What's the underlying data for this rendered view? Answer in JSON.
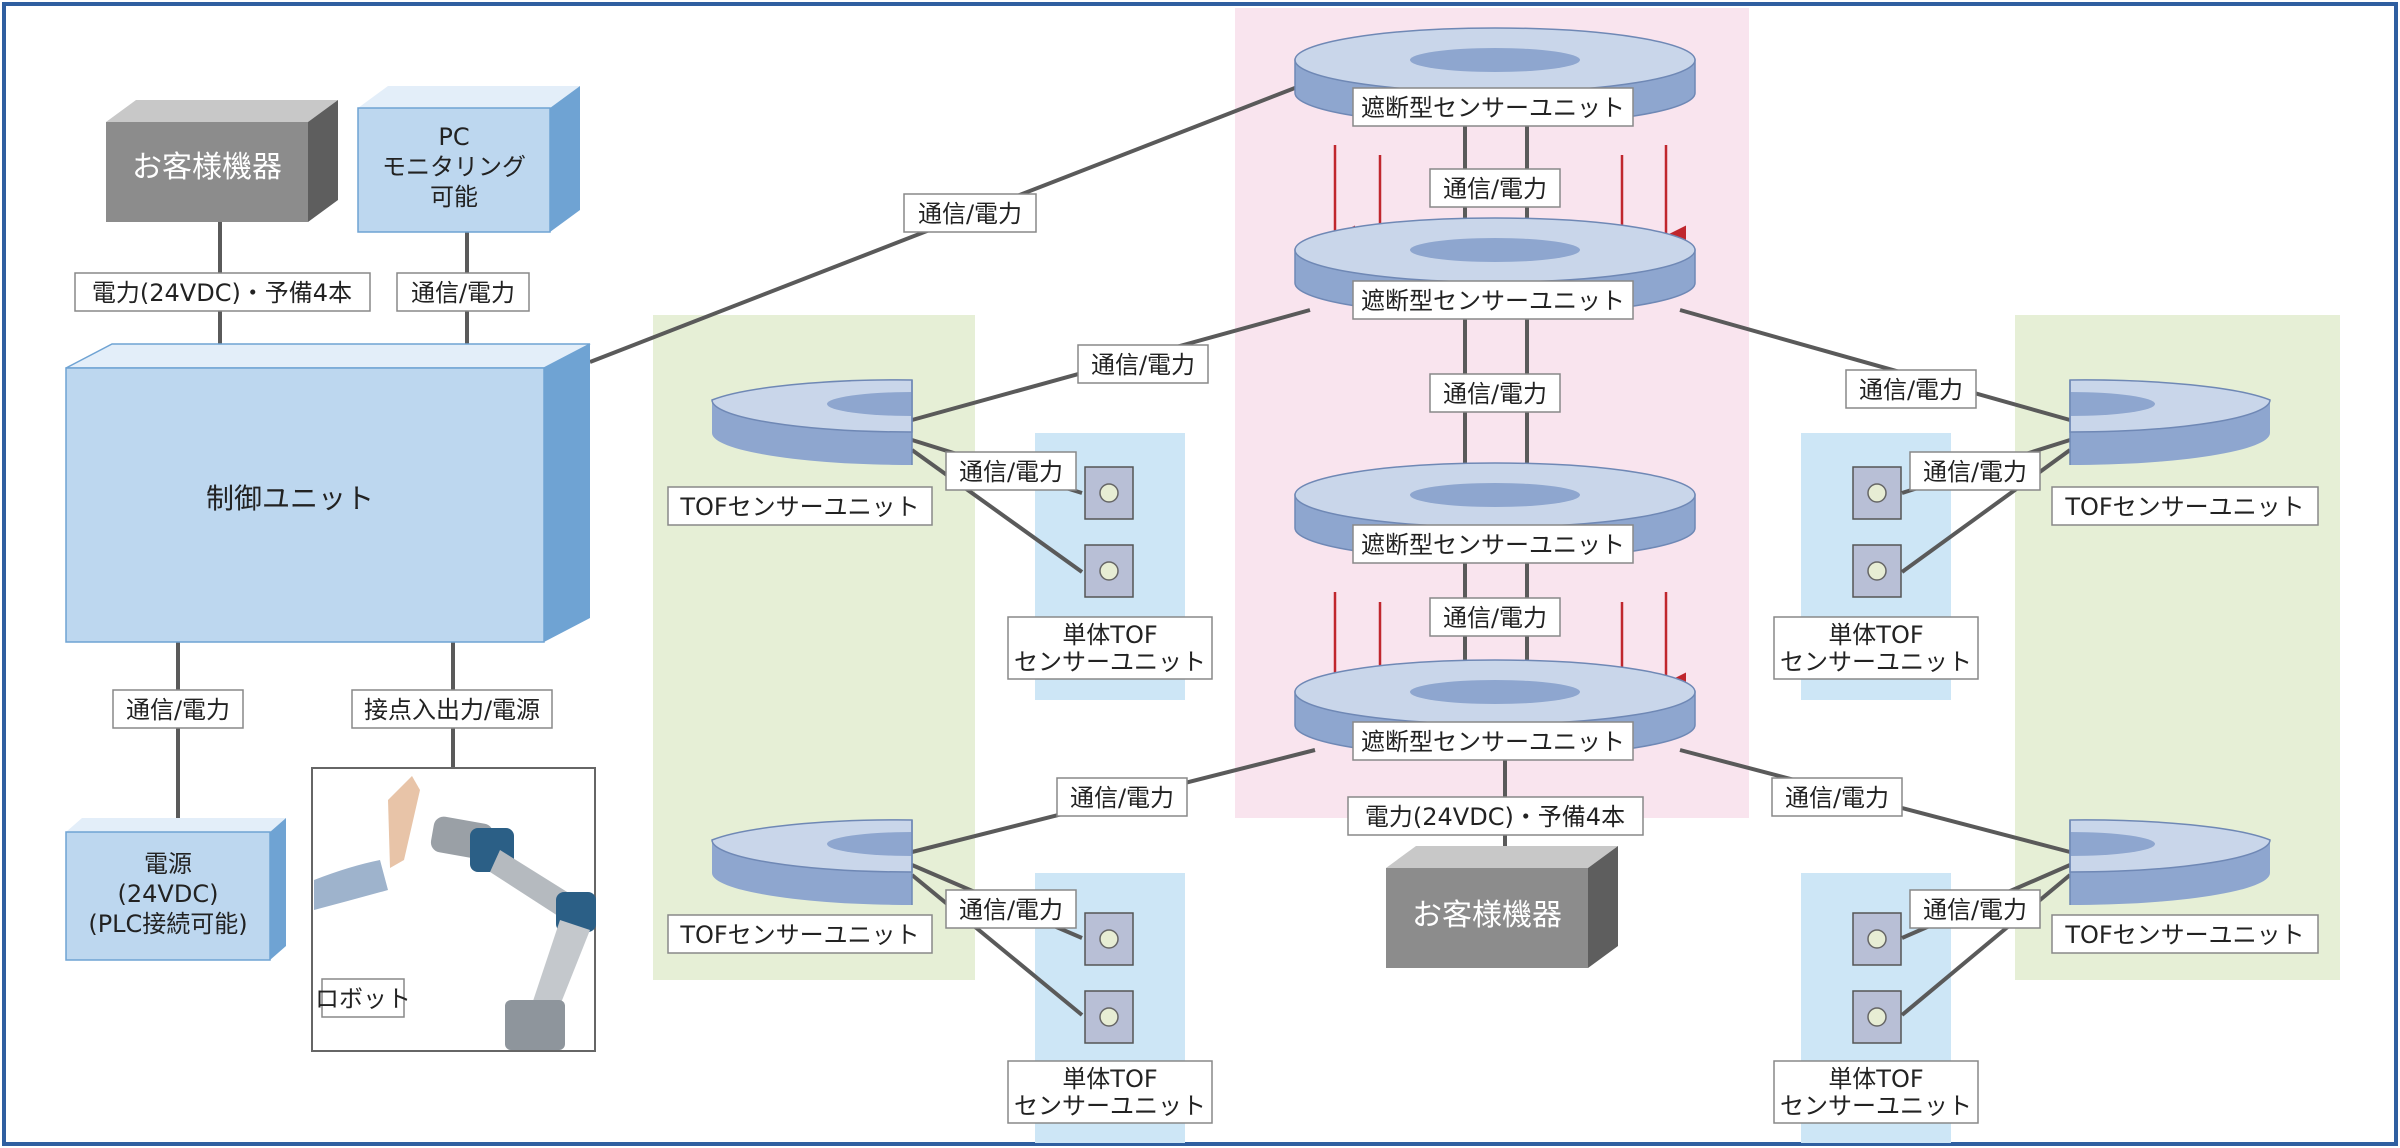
{
  "colors": {
    "frame": "#2f5fa0",
    "pink_zone": "#f9e4ee",
    "green_zone": "#e6efd6",
    "blue_zone": "#cde6f6",
    "light_box": "#bdd7ef",
    "box_side": "#6fa3d3",
    "gray_box": "#8c8c8c",
    "ring_top": "#c9d6ea",
    "ring_side": "#8ea6cf",
    "line": "#5a5a5a",
    "arrow": "#c0262d"
  },
  "customer_device_top": "お客様機器",
  "customer_device_bottom": "お客様機器",
  "pc_box": [
    "PC",
    "モニタリング",
    "可能"
  ],
  "control_unit": "制御ユニット",
  "power_box": [
    "電源",
    "(24VDC)",
    "(PLC接続可能)"
  ],
  "robot_label": "ロボット",
  "labels": {
    "power_spare_top": "電力(24VDC)・予備4本",
    "power_spare_bottom": "電力(24VDC)・予備4本",
    "comm_power": "通信/電力",
    "contact_io": "接点入出力/電源"
  },
  "blocking_unit": "遮断型センサーユニット",
  "tof_unit": "TOFセンサーユニット",
  "single_tof": [
    "単体TOF",
    "センサーユニット"
  ]
}
